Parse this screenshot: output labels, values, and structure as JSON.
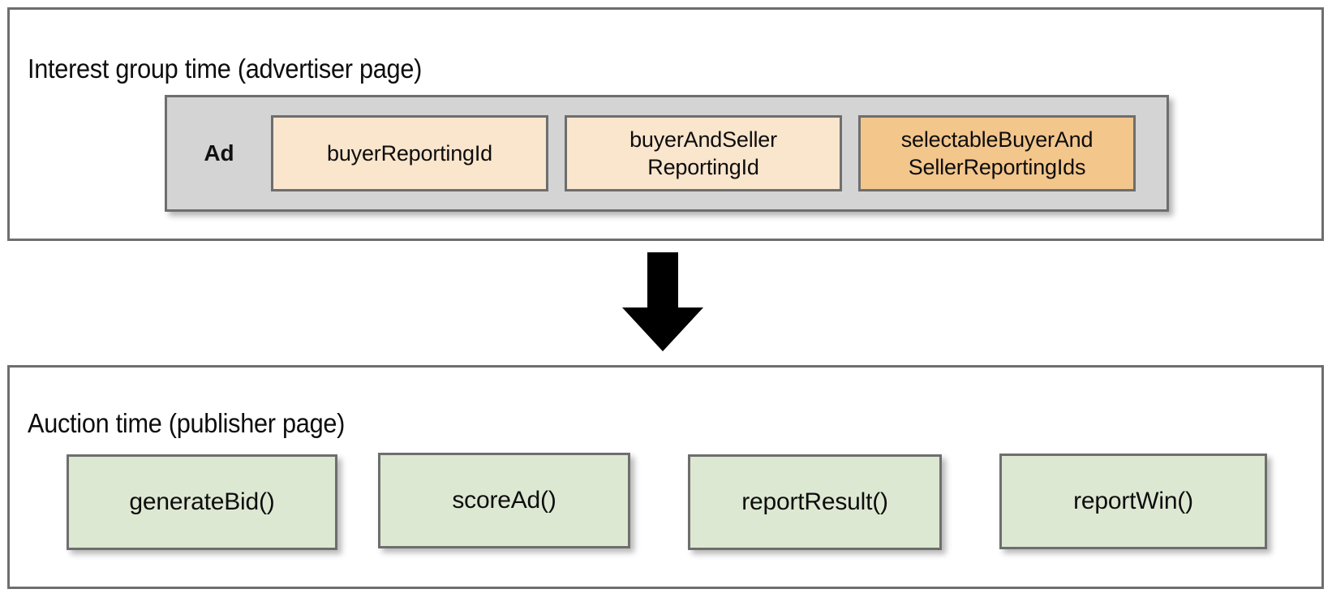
{
  "diagram": {
    "title_hidden": "Protected Audience reporting IDs flow",
    "arrow_icon": "down-arrow-icon"
  },
  "advertiser_panel": {
    "title": "Interest group time (advertiser page)",
    "ad_group": {
      "label": "Ad",
      "boxes": [
        {
          "label": "buyerReportingId",
          "tone": "light",
          "color": "#fae5cd"
        },
        {
          "label": "buyerAndSeller\nReportingId",
          "tone": "light",
          "color": "#fae5cd"
        },
        {
          "label": "selectableBuyerAnd\nSellerReportingIds",
          "tone": "deep",
          "color": "#f3c68c"
        }
      ],
      "container_color": "#d4d4d4"
    }
  },
  "publisher_panel": {
    "title": "Auction time (publisher page)",
    "functions": [
      {
        "label": "generateBid()"
      },
      {
        "label": "scoreAd()"
      },
      {
        "label": "reportResult()"
      },
      {
        "label": "reportWin()"
      }
    ],
    "function_color": "#dde8d2"
  },
  "colors": {
    "border": "#6e6e6e",
    "background": "#ffffff",
    "text": "#0d0d0d",
    "arrow": "#000000"
  }
}
